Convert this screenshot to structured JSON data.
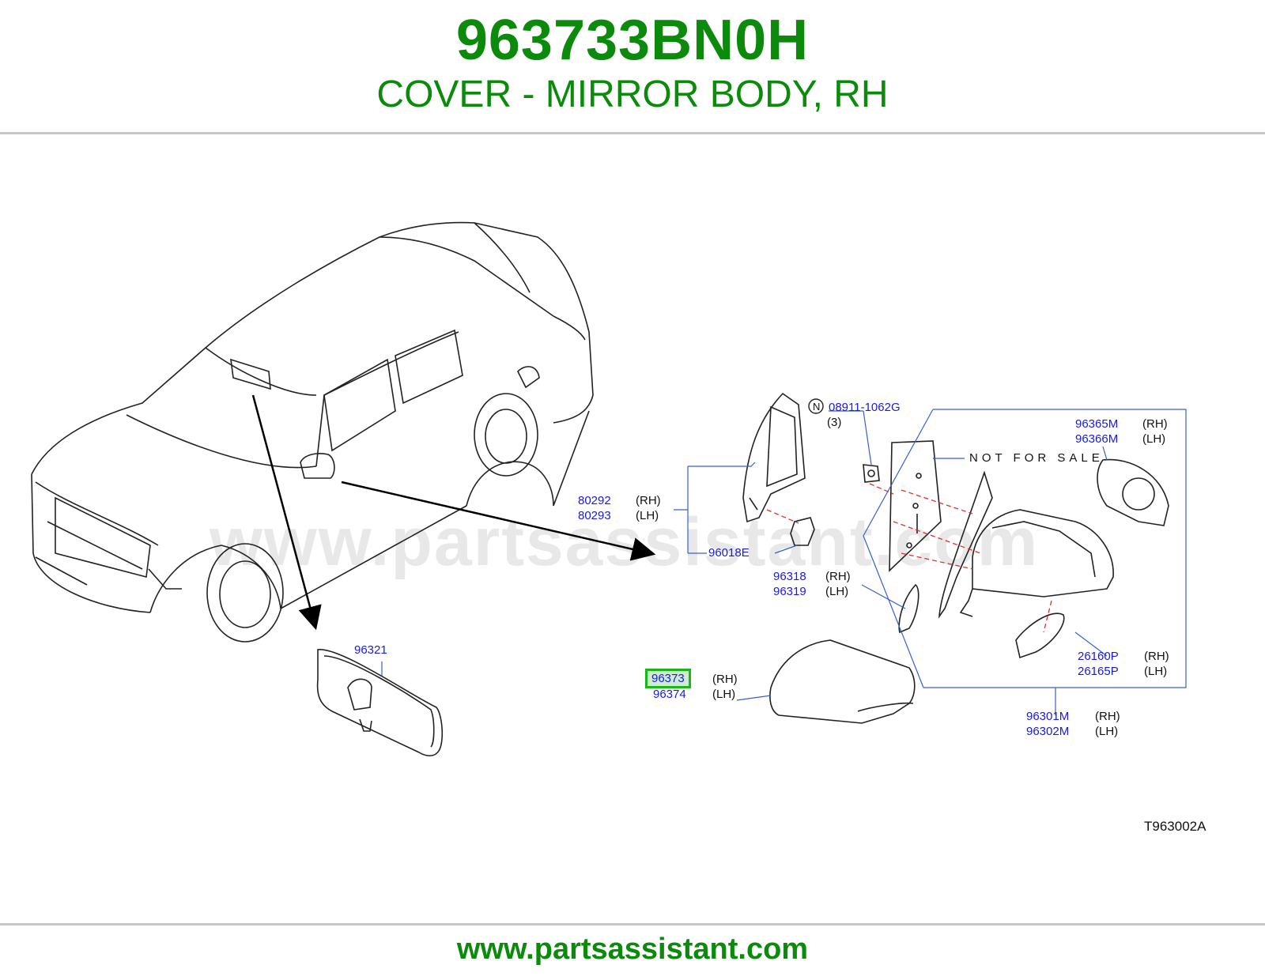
{
  "header": {
    "part_number": "963733BN0H",
    "description": "COVER - MIRROR BODY, RH"
  },
  "diagram": {
    "watermark": "www.partsassistant.com",
    "callouts": {
      "p96321": "96321",
      "p80292": "80292",
      "p80292_side": "(RH)",
      "p80293": "80293",
      "p80293_side": "(LH)",
      "p96018e": "96018E",
      "p08911": "08911-1062G",
      "p08911_qty": "(3)",
      "not_for_sale": "NOT FOR SALE",
      "p96365m": "96365M",
      "p96365m_side": "(RH)",
      "p96366m": "96366M",
      "p96366m_side": "(LH)",
      "p96318": "96318",
      "p96318_side": "(RH)",
      "p96319": "96319",
      "p96319_side": "(LH)",
      "p96373": "96373",
      "p96373_side": "(RH)",
      "p96374": "96374",
      "p96374_side": "(LH)",
      "p26160p": "26160P",
      "p26160p_side": "(RH)",
      "p26165p": "26165P",
      "p26165p_side": "(LH)",
      "p96301m": "96301M",
      "p96301m_side": "(RH)",
      "p96302m": "96302M",
      "p96302m_side": "(LH)",
      "n_symbol": "N"
    },
    "highlighted_part": "96373",
    "drawing_code": "T963002A"
  },
  "footer": {
    "url": "www.partsassistant.com"
  },
  "colors": {
    "brand_green": "#0b8a0b",
    "callout_blue": "#1a1adc",
    "highlight_green": "#18b818",
    "leader_line": "#3a5fcd",
    "explode_line": "#e03030"
  }
}
